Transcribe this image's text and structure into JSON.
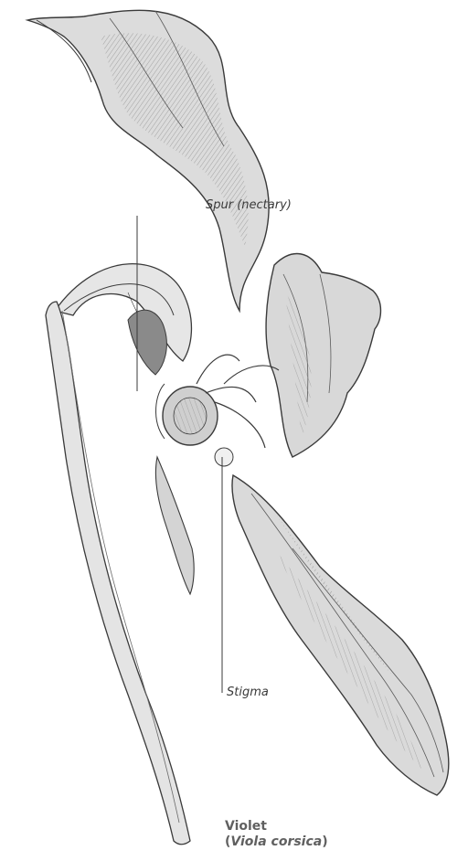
{
  "labels": {
    "spur": "Spur (nectary)",
    "stigma": "Stigma"
  },
  "caption": {
    "common_name": "Violet",
    "open_paren": "(",
    "latin_name": "Viola corsica",
    "close_paren": ")"
  },
  "colors": {
    "ink": "#3a3a3a",
    "shade": "#c9c9c9",
    "caption": "#606060"
  }
}
